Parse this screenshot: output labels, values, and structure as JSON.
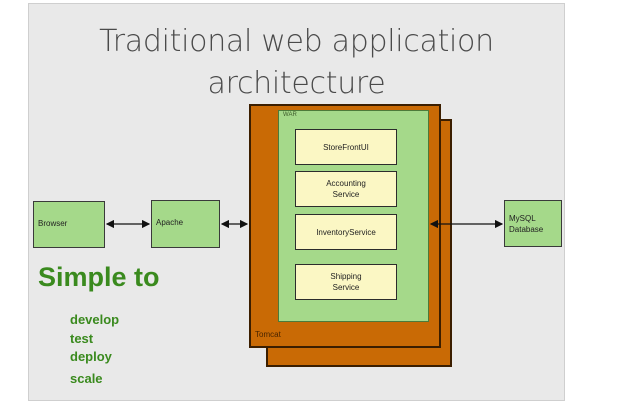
{
  "slide": {
    "title_line1": "Traditional web application",
    "title_line2": "architecture"
  },
  "diagram": {
    "browser_label": "Browser",
    "apache_label": "Apache",
    "war_label": "WAR",
    "tomcat_label": "Tomcat",
    "mysql_label": "MySQL\nDatabase",
    "services": [
      {
        "label": "StoreFrontUI"
      },
      {
        "label": "Accounting\nService"
      },
      {
        "label": "InventoryService"
      },
      {
        "label": "Shipping\nService"
      }
    ]
  },
  "benefits": {
    "heading": "Simple to",
    "items": [
      "develop",
      "test",
      "deploy",
      "scale"
    ]
  },
  "colors": {
    "tomcat": "#c96a05",
    "war": "#a5d98a",
    "service": "#fbf7c4",
    "benefit_text": "#3a8a1e"
  }
}
